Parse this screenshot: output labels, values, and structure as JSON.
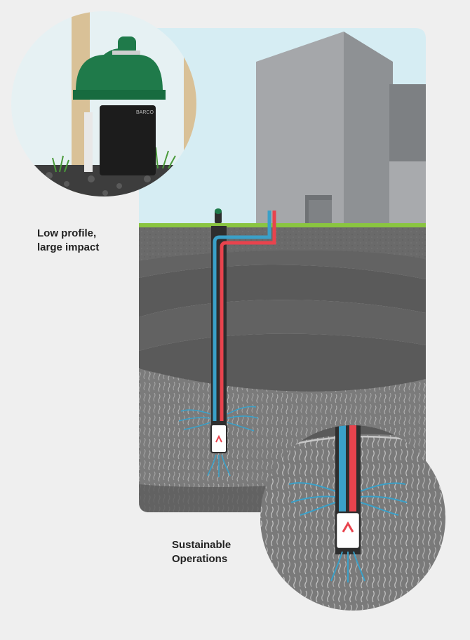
{
  "captions": {
    "low_profile_line1": "Low profile,",
    "low_profile_line2": "large impact",
    "sustainable_line1": "Sustainable",
    "sustainable_line2": "Operations"
  },
  "device_brand": "BARCO",
  "colors": {
    "page_background": "#efefef",
    "sky": "#d6edf3",
    "grass": "#8ac540",
    "soil_top": "#6a6a6a",
    "soil_layers": "#5f5f5f",
    "aquifer": "#7b7b7b",
    "building_front": "#a5a7aa",
    "building_side": "#828588",
    "warm_pipe": "#e8434d",
    "cool_pipe": "#3aa0c8",
    "casing": "#2e2e2e",
    "valve_green": "#1f7a4a"
  },
  "icons": {
    "pump": "pump-icon",
    "arrow": "up-arrow-icon"
  }
}
